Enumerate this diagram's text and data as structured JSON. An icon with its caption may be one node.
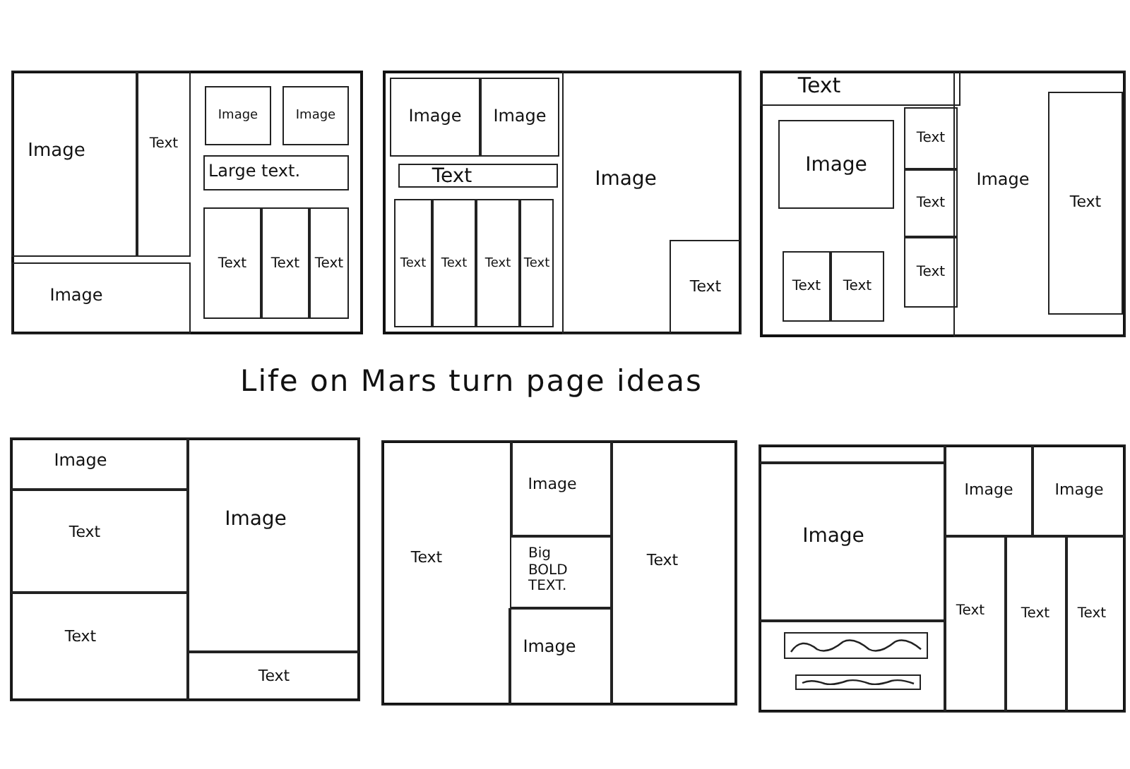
{
  "diagram": {
    "title": "Life on Mars turn page ideas",
    "nodes": [
      {
        "text": [],
        "shape": "box"
      },
      {
        "text": [
          "Image"
        ],
        "in": 0
      },
      {
        "text": [
          "Text"
        ],
        "in": 0
      },
      {
        "text": [
          "Image"
        ],
        "in": 0
      },
      {
        "text": [
          "Image"
        ],
        "in": 0
      },
      {
        "text": [
          "Image"
        ],
        "in": 0
      },
      {
        "text": [
          "Large text."
        ],
        "in": 0
      },
      {
        "text": [
          "Text"
        ],
        "in": 0
      },
      {
        "text": [
          "Text"
        ],
        "in": 0
      },
      {
        "text": [
          "Text"
        ],
        "in": 0
      },
      {
        "text": [],
        "shape": "box"
      },
      {
        "text": [
          "Image"
        ],
        "in": 10
      },
      {
        "text": [
          "Image"
        ],
        "in": 10
      },
      {
        "text": [
          "Text"
        ],
        "in": 10
      },
      {
        "text": [
          "Text"
        ],
        "in": 10
      },
      {
        "text": [
          "Text"
        ],
        "in": 10
      },
      {
        "text": [
          "Text"
        ],
        "in": 10
      },
      {
        "text": [
          "Text"
        ],
        "in": 10
      },
      {
        "text": [
          "Image"
        ],
        "in": 10
      },
      {
        "text": [
          "Text"
        ],
        "in": 18
      },
      {
        "text": [],
        "shape": "box"
      },
      {
        "text": [
          "Text"
        ],
        "in": 20
      },
      {
        "text": [
          "Image"
        ],
        "in": 20
      },
      {
        "text": [
          "Text"
        ],
        "in": 20
      },
      {
        "text": [
          "Text"
        ],
        "in": 20
      },
      {
        "text": [
          "Text"
        ],
        "in": 20
      },
      {
        "text": [
          "Text"
        ],
        "in": 20
      },
      {
        "text": [
          "Text"
        ],
        "in": 20
      },
      {
        "text": [
          "Image"
        ],
        "in": 20
      },
      {
        "text": [
          "Text"
        ],
        "in": 28
      },
      {
        "text": [],
        "shape": "box"
      },
      {
        "text": [
          "Image"
        ],
        "in": 30
      },
      {
        "text": [
          "Text"
        ],
        "in": 30
      },
      {
        "text": [
          "Text"
        ],
        "in": 30
      },
      {
        "text": [
          "Image"
        ],
        "in": 30
      },
      {
        "text": [
          "Text"
        ],
        "in": 30
      },
      {
        "text": [],
        "shape": "box"
      },
      {
        "text": [
          "Text"
        ],
        "in": 36
      },
      {
        "text": [
          "Image"
        ],
        "in": 36
      },
      {
        "text": [
          "Big BOLD TEXT."
        ],
        "in": 36
      },
      {
        "text": [
          "Image"
        ],
        "in": 36
      },
      {
        "text": [
          "Text"
        ],
        "in": 36
      },
      {
        "text": [],
        "shape": "box"
      },
      {
        "text": [],
        "shape": "box",
        "in": 42
      },
      {
        "text": [
          "Image"
        ],
        "in": 42
      },
      {
        "text": [],
        "shape": "box",
        "in": 42
      },
      {
        "text": [],
        "shape": "box",
        "in": 45
      },
      {
        "text": [],
        "shape": "box",
        "in": 45
      },
      {
        "text": [
          "Image"
        ],
        "in": 42
      },
      {
        "text": [
          "Image"
        ],
        "in": 42
      },
      {
        "text": [
          "Text"
        ],
        "in": 42
      },
      {
        "text": [
          "Text"
        ],
        "in": 42
      },
      {
        "text": [
          "Text"
        ],
        "in": 42
      }
    ]
  }
}
